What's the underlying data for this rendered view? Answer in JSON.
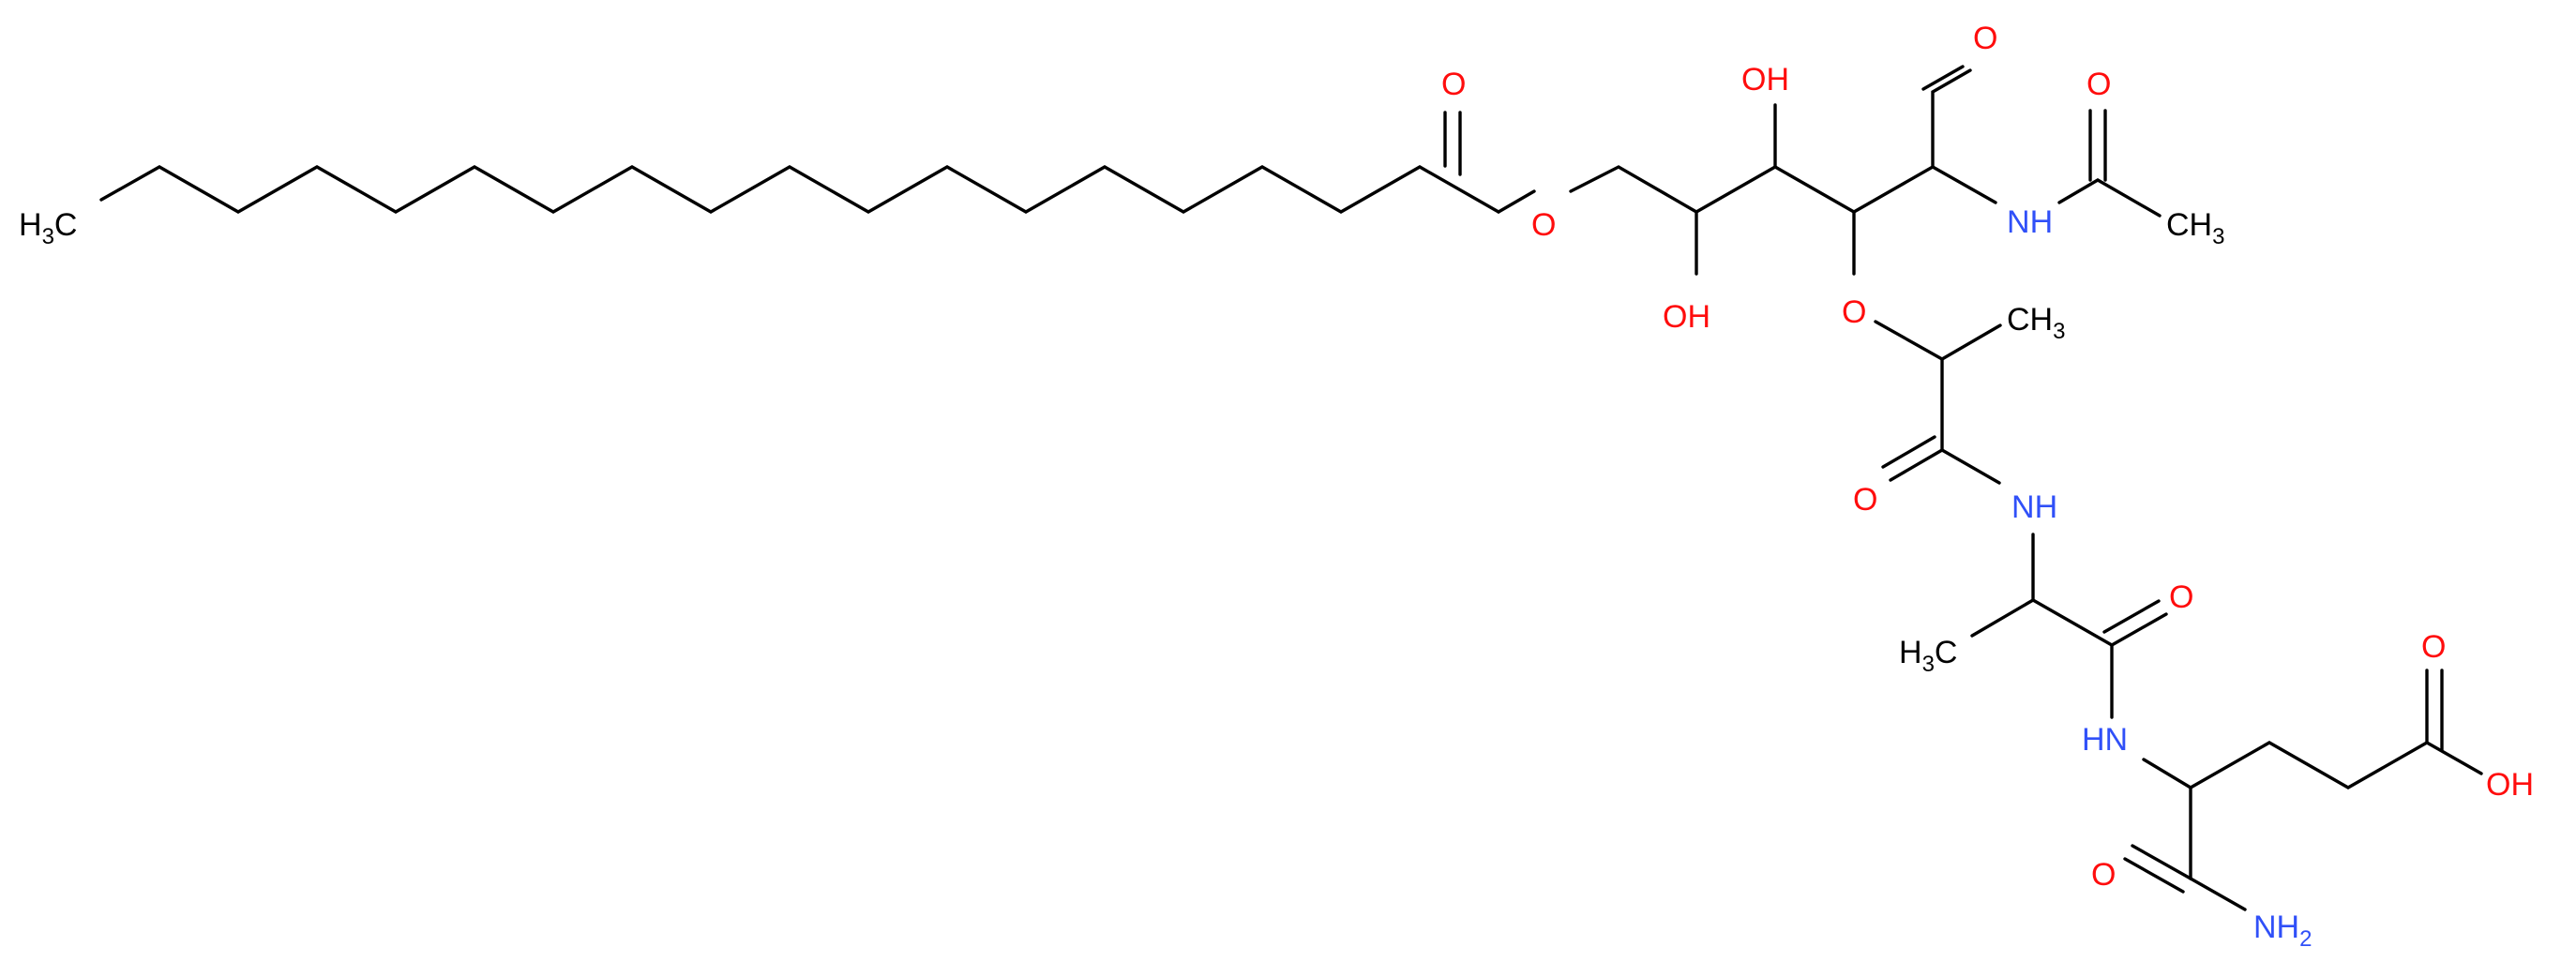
{
  "molecule": {
    "colors": {
      "bond": "#000000",
      "carbon": "#000000",
      "oxygen": "#ff0d0d",
      "nitrogen": "#3050f8",
      "background": "#ffffff"
    },
    "atoms": [
      {
        "id": "h3c",
        "text": "H",
        "sub": "3",
        "after": "C",
        "element": "C"
      },
      {
        "id": "ester-o",
        "text": "O",
        "element": "O"
      },
      {
        "id": "carbonyl-o",
        "text": "O",
        "element": "O"
      },
      {
        "id": "oh-1",
        "text": "OH",
        "element": "O"
      },
      {
        "id": "oh-2",
        "text": "OH",
        "element": "O"
      },
      {
        "id": "ether-o",
        "text": "O",
        "element": "O"
      },
      {
        "id": "aldehyde-o",
        "text": "O",
        "element": "O"
      },
      {
        "id": "nh-acetyl",
        "text": "N",
        "after": "H",
        "element": "N"
      },
      {
        "id": "acetyl-o",
        "text": "O",
        "element": "O"
      },
      {
        "id": "ch3-acetyl",
        "text": "CH",
        "sub": "3",
        "element": "C"
      },
      {
        "id": "ch3-lactyl",
        "text": "CH",
        "sub": "3",
        "element": "C"
      },
      {
        "id": "amide-o-1",
        "text": "O",
        "element": "O"
      },
      {
        "id": "nh-1",
        "text": "N",
        "after": "H",
        "element": "N"
      },
      {
        "id": "amide-o-2",
        "text": "O",
        "element": "O"
      },
      {
        "id": "h3c-ala",
        "text": "H",
        "sub": "3",
        "after": "C",
        "element": "C"
      },
      {
        "id": "nh-2",
        "text": "HN",
        "element": "N"
      },
      {
        "id": "acid-o",
        "text": "O",
        "element": "O"
      },
      {
        "id": "acid-oh",
        "text": "OH",
        "element": "O"
      },
      {
        "id": "amide-o-3",
        "text": "O",
        "element": "O"
      },
      {
        "id": "nh2",
        "text": "NH",
        "sub": "2",
        "element": "N"
      }
    ]
  }
}
